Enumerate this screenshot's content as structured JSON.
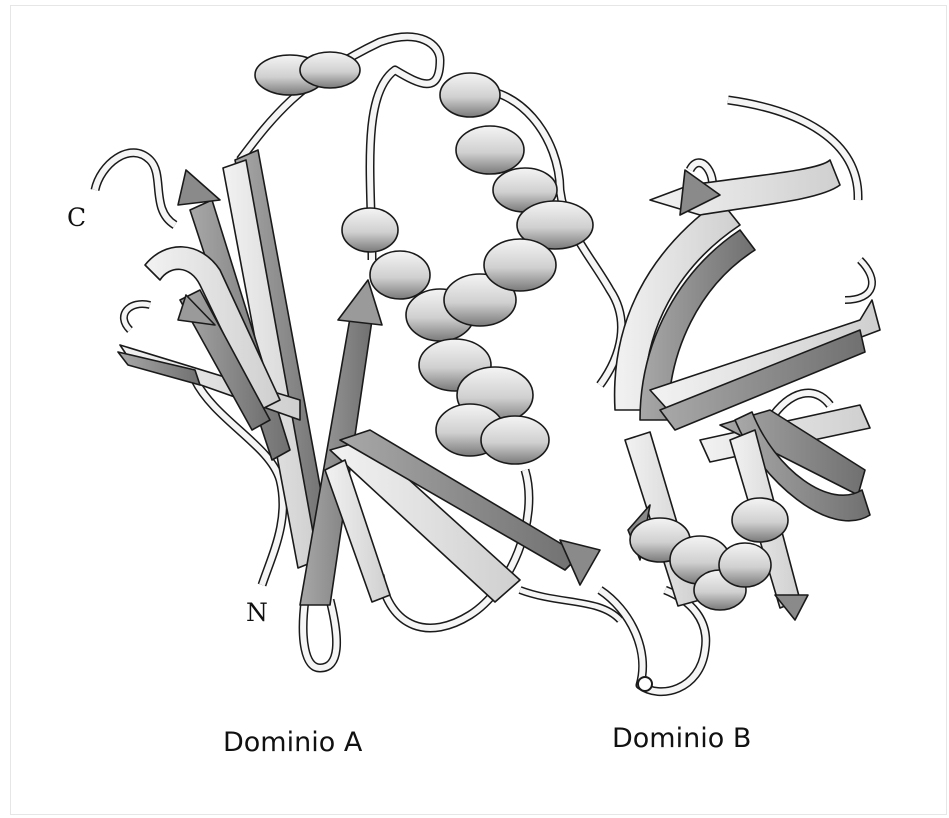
{
  "figure": {
    "terminals": {
      "c": "C",
      "n": "N"
    },
    "domains": {
      "a": "Dominio A",
      "b": "Dominio B"
    },
    "colors": {
      "background": "#ffffff",
      "strand_light": "#f0f0f0",
      "strand_dark": "#8f8f8f",
      "helix_light": "#ececec",
      "helix_dark": "#7c7c7c",
      "outline": "#1a1a1a"
    }
  }
}
